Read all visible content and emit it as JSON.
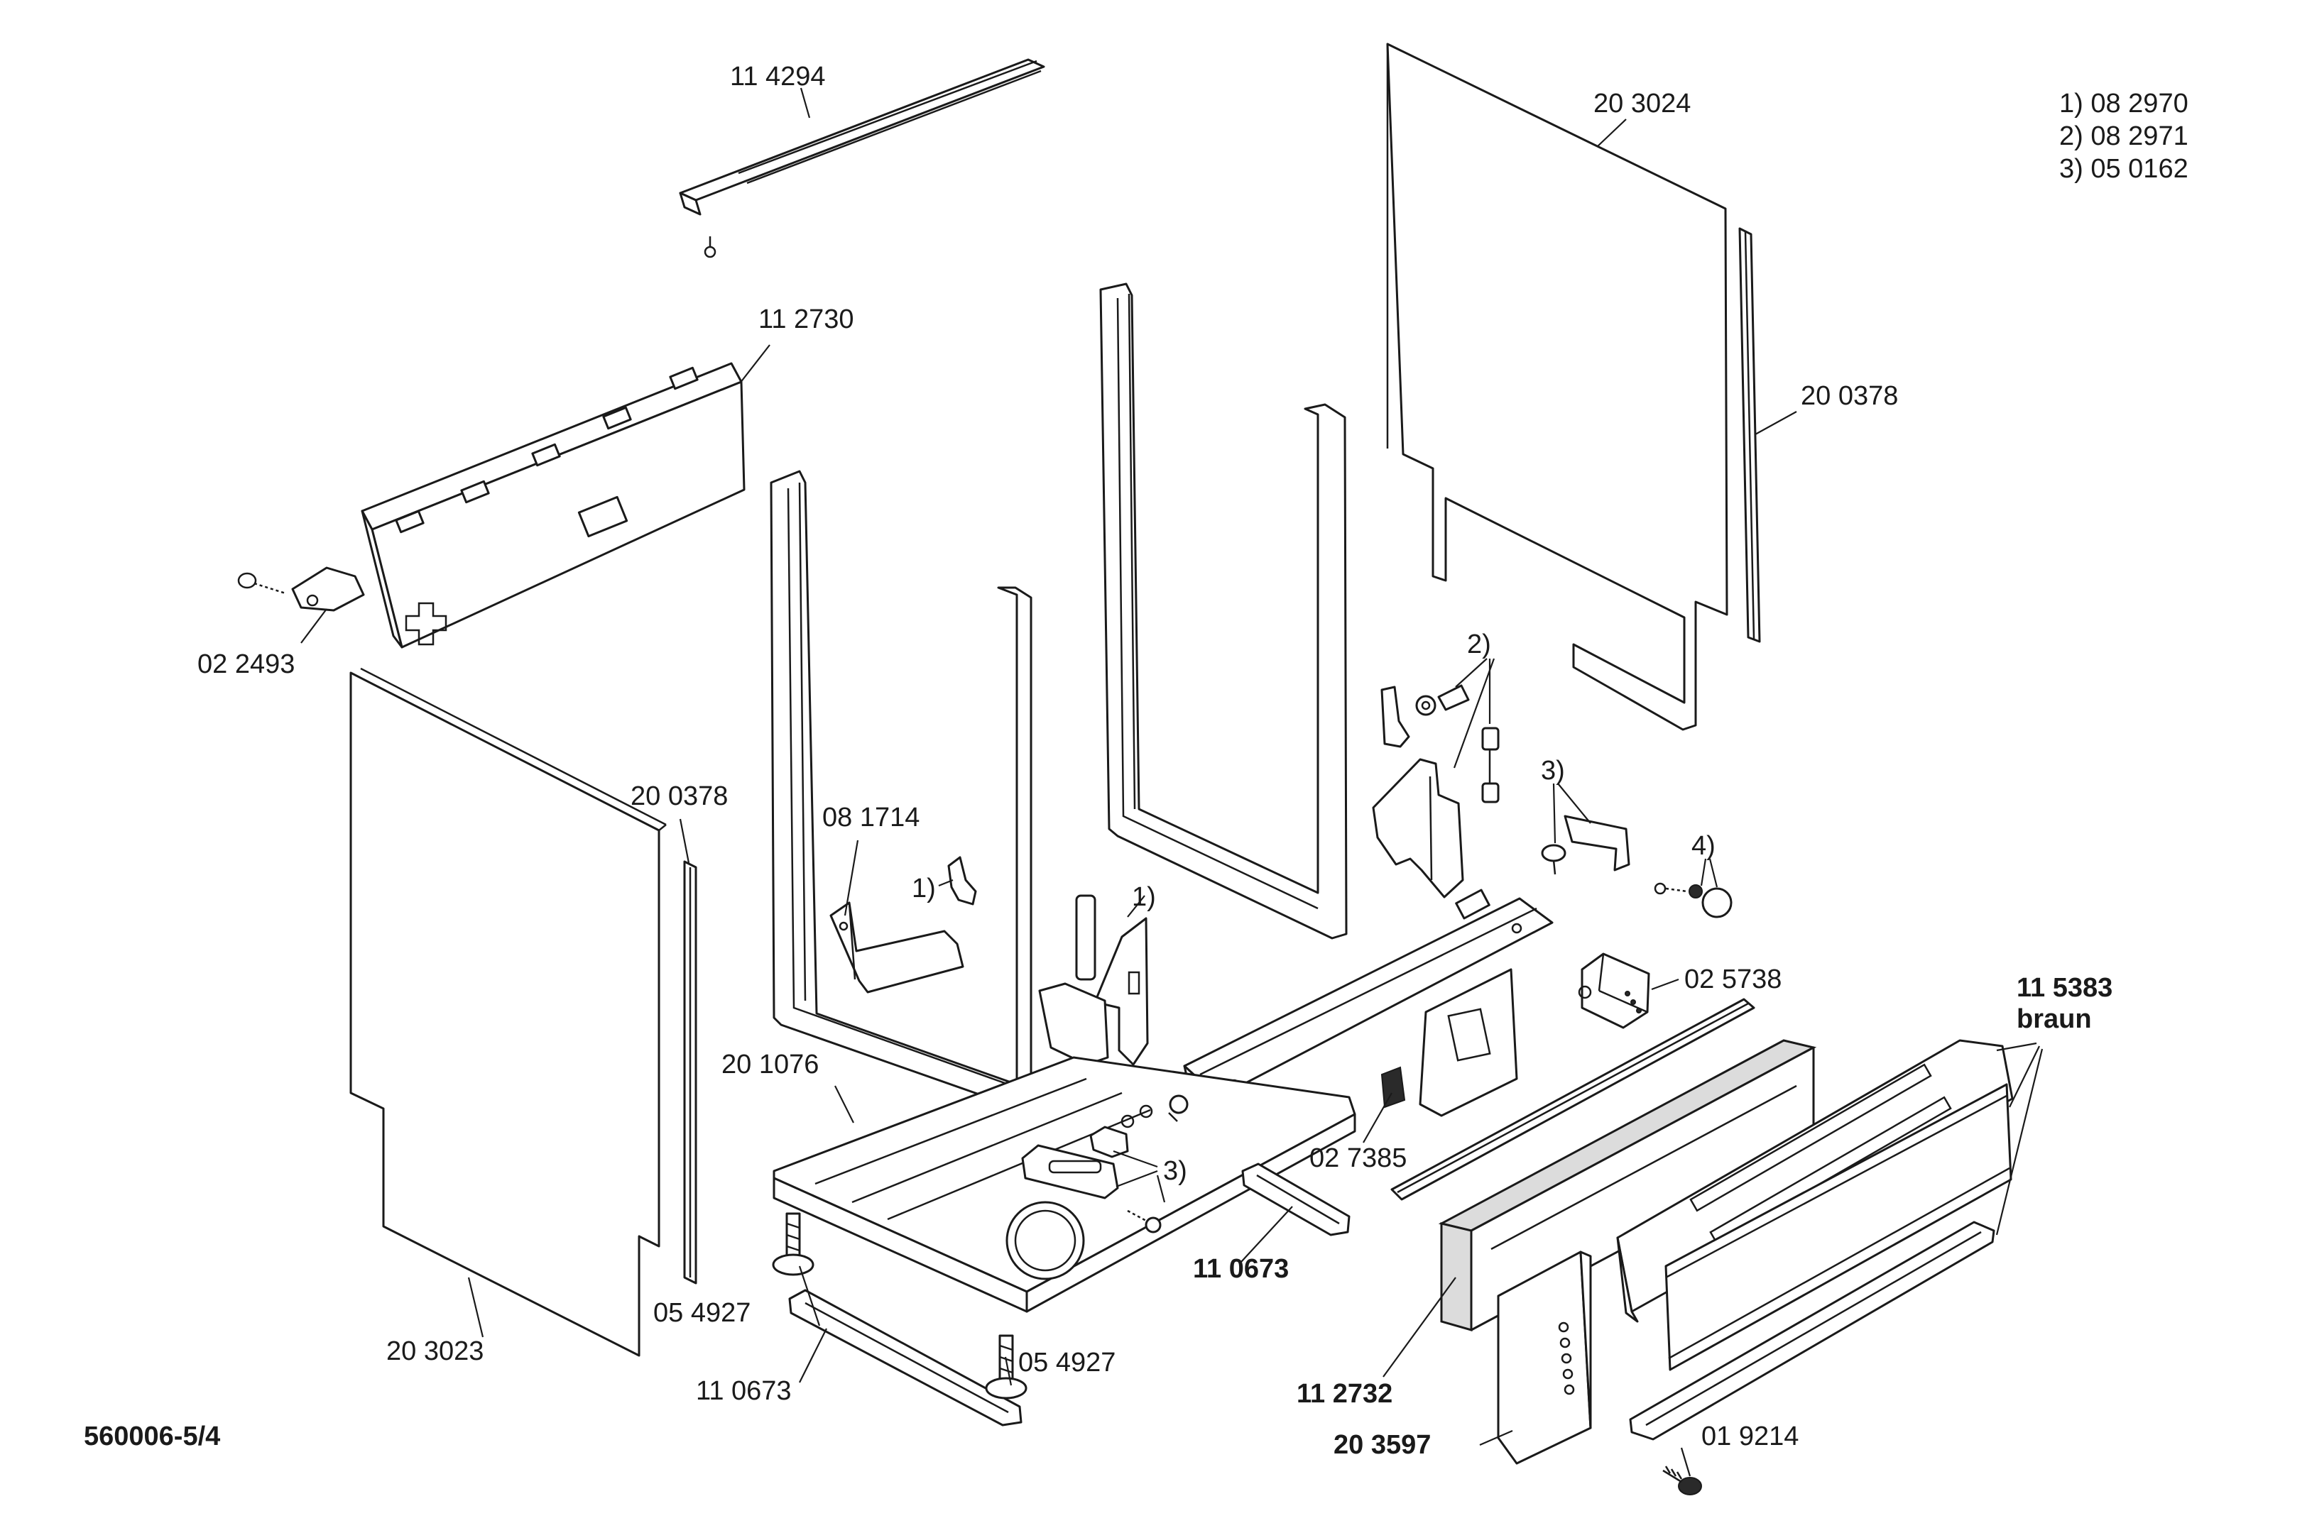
{
  "diagram": {
    "drawing_number": "560006-5/4",
    "footnotes": [
      "1) 08 2970",
      "2) 08 2971",
      "3) 05 0162"
    ],
    "labels": {
      "top_rail": "11 4294",
      "rear_panel": "20 3024",
      "rear_seal_right": "20 0378",
      "top_bracket": "11 2730",
      "hinge": "02 2493",
      "side_seal_left": "20 0378",
      "bracket_081714": "08 1714",
      "fn1_a": "1)",
      "fn1_b": "1)",
      "fn2": "2)",
      "fn3_a": "3)",
      "fn3_b": "3)",
      "fn4": "4)",
      "relay": "02 5738",
      "base_tray": "20 1076",
      "switch": "02 7385",
      "foot_a": "05 4927",
      "foot_b": "05 4927",
      "strut_a": "11 0673",
      "strut_b": "11 0673",
      "side_panel": "20 3023",
      "kick_plate": "11 2732",
      "front_bracket": "20 3597",
      "screw": "01 9214",
      "plinth": "11 5383",
      "plinth_color": "braun"
    }
  }
}
